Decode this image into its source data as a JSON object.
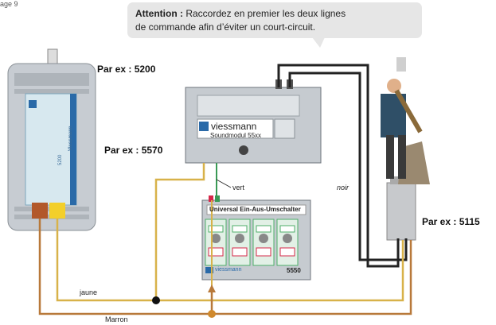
{
  "corner_text": "age 9",
  "callout": {
    "prefix": "Attention :",
    "line1": "Raccordez en premier les deux lignes",
    "line2": "de commande afin d’éviter un court-circuit."
  },
  "labels": {
    "transformer": "Par ex : 5200",
    "soundmodule": "Par ex : 5570",
    "figure": "Par ex : 5115"
  },
  "wires": {
    "green": "vert",
    "black": "noir",
    "yellow": "jaune",
    "brown": "Marron"
  },
  "transformer": {
    "brand": "Viessmann",
    "model": "5200"
  },
  "sound_module": {
    "brand": "viessmann",
    "model": "Soundmodul 55xx"
  },
  "switch_panel": {
    "title": "Universal Ein-Aus-Umschalter",
    "model": "5550",
    "brand": "viessmann"
  },
  "colors": {
    "yellow_wire": "#d8b24a",
    "brown_wire": "#b8793a",
    "black_wire": "#222222",
    "green_wire": "#3a9a55",
    "panel_green": "#4fae6a",
    "callout_bg": "#e6e6e6"
  }
}
